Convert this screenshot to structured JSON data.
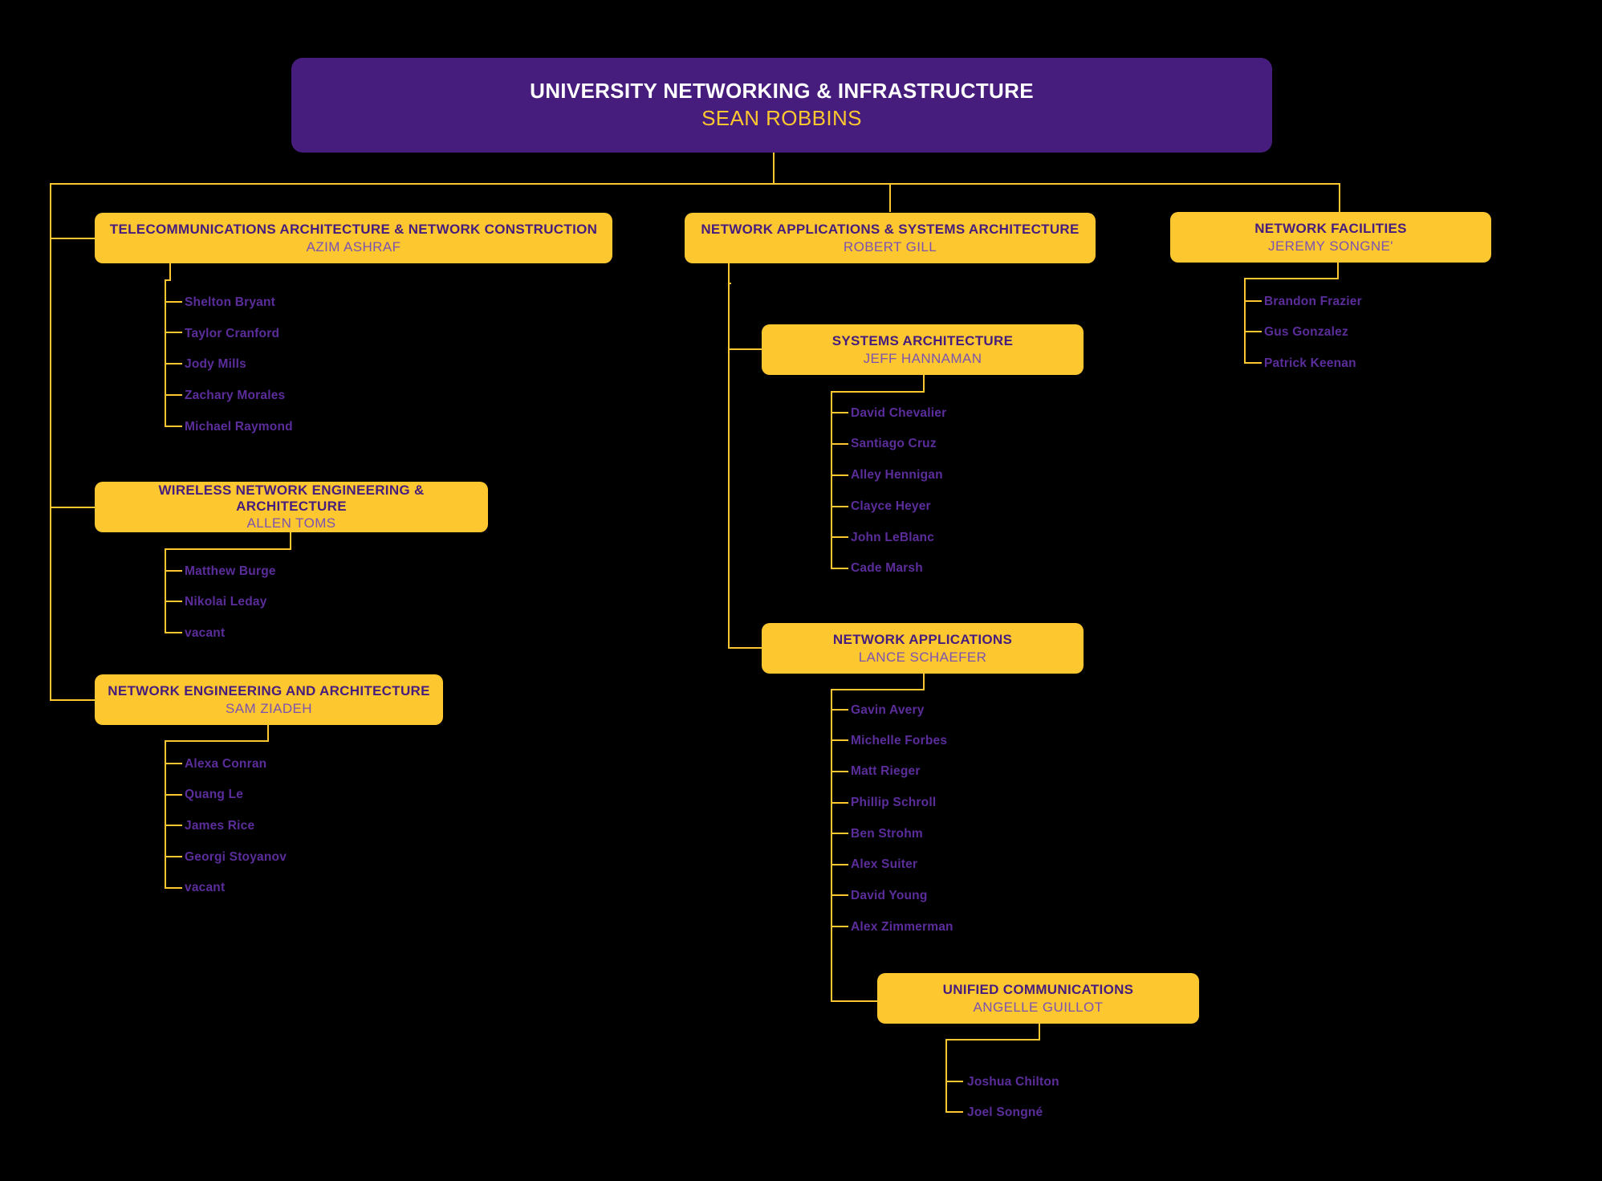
{
  "chart_data": {
    "type": "diagram",
    "title": "University Networking & Infrastructure Organizational Chart",
    "colors": {
      "background": "#000000",
      "root_fill": "#461D7C",
      "dept_fill": "#FDC72F",
      "connector": "#FDC72F",
      "root_title_text": "#FFFFFF",
      "root_name_text": "#FDC72F",
      "dept_title_text": "#461D7C",
      "dept_name_text": "#7B53B0",
      "staff_text": "#5B2D9B"
    }
  },
  "root": {
    "title": "UNIVERSITY NETWORKING & INFRASTRUCTURE",
    "name": "SEAN ROBBINS"
  },
  "departments": {
    "telecom": {
      "title": "TELECOMMUNICATIONS ARCHITECTURE & NETWORK CONSTRUCTION",
      "name": "AZIM ASHRAF",
      "staff": [
        "Shelton Bryant",
        "Taylor Cranford",
        "Jody Mills",
        "Zachary Morales",
        "Michael Raymond"
      ]
    },
    "wireless": {
      "title": "WIRELESS NETWORK ENGINEERING & ARCHITECTURE",
      "name": "ALLEN TOMS",
      "staff": [
        "Matthew Burge",
        "Nikolai Leday",
        "vacant"
      ]
    },
    "netengarch": {
      "title": "NETWORK ENGINEERING AND ARCHITECTURE",
      "name": "SAM ZIADEH",
      "staff": [
        "Alexa Conran",
        "Quang Le",
        "James Rice",
        "Georgi Stoyanov",
        "vacant"
      ]
    },
    "netappsys": {
      "title": "NETWORK APPLICATIONS & SYSTEMS ARCHITECTURE",
      "name": "ROBERT GILL",
      "staff": []
    },
    "sysarch": {
      "title": "SYSTEMS ARCHITECTURE",
      "name": "JEFF HANNAMAN",
      "staff": [
        "David Chevalier",
        "Santiago Cruz",
        "Alley Hennigan",
        "Clayce Heyer",
        "John LeBlanc",
        "Cade Marsh"
      ]
    },
    "netapps": {
      "title": "NETWORK APPLICATIONS",
      "name": "LANCE SCHAEFER",
      "staff": [
        "Gavin Avery",
        "Michelle Forbes",
        "Matt Rieger",
        "Phillip Schroll",
        "Ben Strohm",
        "Alex Suiter",
        "David Young",
        "Alex Zimmerman"
      ]
    },
    "unifiedcomms": {
      "title": "UNIFIED COMMUNICATIONS",
      "name": "ANGELLE GUILLOT",
      "staff": [
        "Joshua Chilton",
        "Joel Songné"
      ]
    },
    "netfacilities": {
      "title": "NETWORK FACILITIES",
      "name": "JEREMY SONGNE'",
      "staff": [
        "Brandon Frazier",
        "Gus Gonzalez",
        "Patrick Keenan"
      ]
    }
  }
}
